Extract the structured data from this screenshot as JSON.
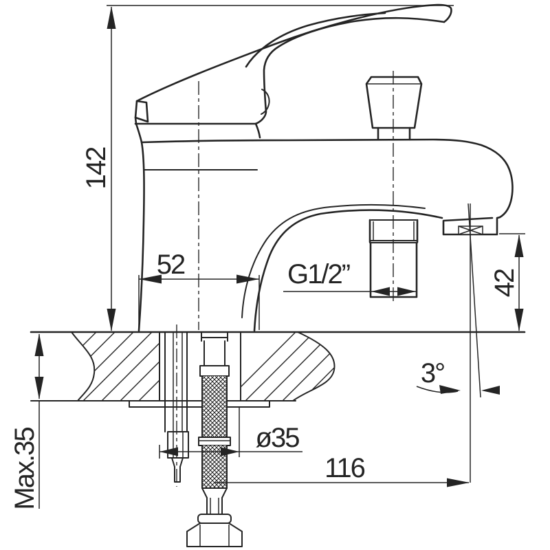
{
  "page": {
    "background": "#ffffff",
    "line_color": "#242424"
  },
  "drawing": {
    "type": "technical-installation-drawing",
    "subject": "single-lever-mixer-tap"
  },
  "labels": {
    "overall_height": "142",
    "base_width": "52",
    "thread_size": "G1/2”",
    "outlet_clearance": "42",
    "spray_angle": "3°",
    "hole_diameter": "ø35",
    "spout_reach": "116",
    "max_deck_thickness": "Max.35"
  }
}
